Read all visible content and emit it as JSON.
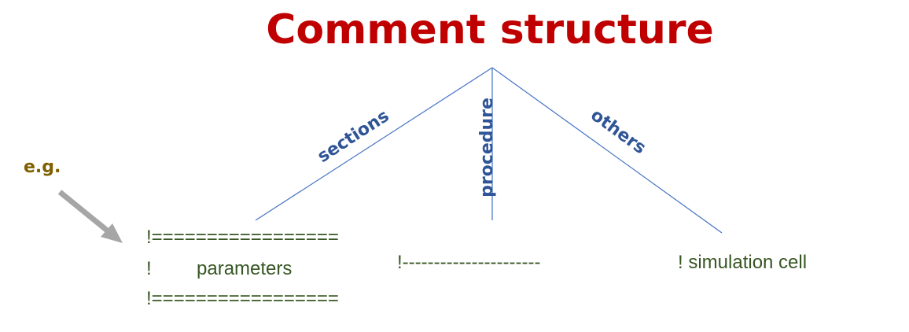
{
  "title": "Comment structure",
  "branches": {
    "left": "sections",
    "middle": "procedure",
    "right": "others"
  },
  "example_label": "e.g.",
  "examples": {
    "section_top": "!=================",
    "section_mid_bang": "!",
    "section_mid_text": "parameters",
    "section_bottom": "!=================",
    "procedure": "!----------------------",
    "others": "! simulation cell"
  },
  "colors": {
    "title": "#c00000",
    "branch_text": "#2f5597",
    "branch_lines": "#4472c4",
    "example_label": "#7f6000",
    "code_text": "#375623",
    "arrow": "#a6a6a6"
  }
}
